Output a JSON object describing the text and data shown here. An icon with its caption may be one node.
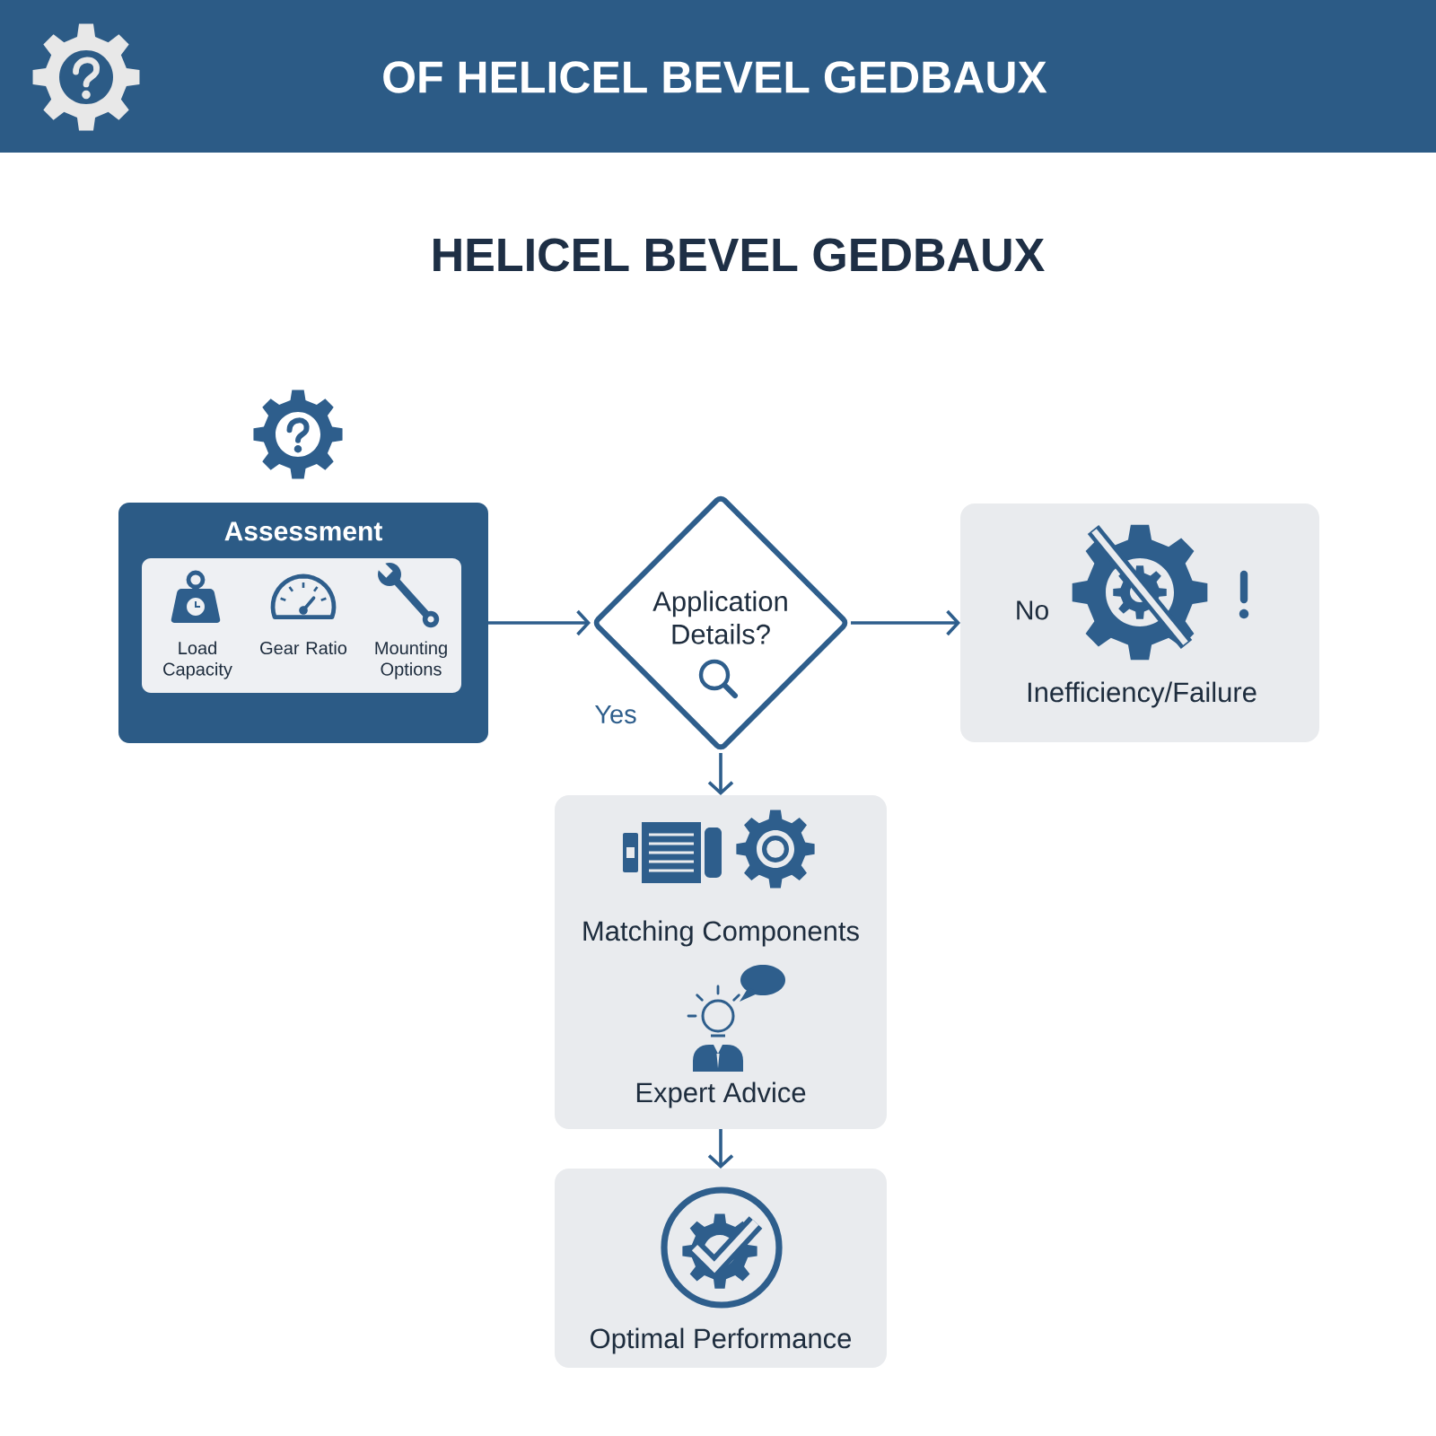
{
  "diagram": {
    "title": "HELICEL BEVEL GEDBAUX",
    "nodes": [
      {
        "text": [
          "Assessment"
        ]
      },
      {
        "text": [
          "Load Capacity",
          "Gear Ratio",
          "Mounting Options"
        ],
        "in": 0
      },
      {
        "text": [
          "Application Details?"
        ]
      },
      {
        "text": [
          "No",
          "Inefficiency/Failure"
        ]
      },
      {
        "text": [
          "Matching Components",
          "Expert Advice"
        ]
      },
      {
        "text": [
          "Optimal Performance"
        ]
      }
    ],
    "edges": [
      {
        "from": 0,
        "to": 2,
        "arrow": "to"
      },
      {
        "from": 2,
        "to": 3,
        "arrow": "to"
      },
      {
        "from": 2,
        "to": 4,
        "arrow": "to",
        "label": "Yes"
      },
      {
        "from": 4,
        "to": 5,
        "arrow": "to"
      }
    ],
    "labels": [
      "OF HELICEL BEVEL GEDBAUX"
    ]
  }
}
